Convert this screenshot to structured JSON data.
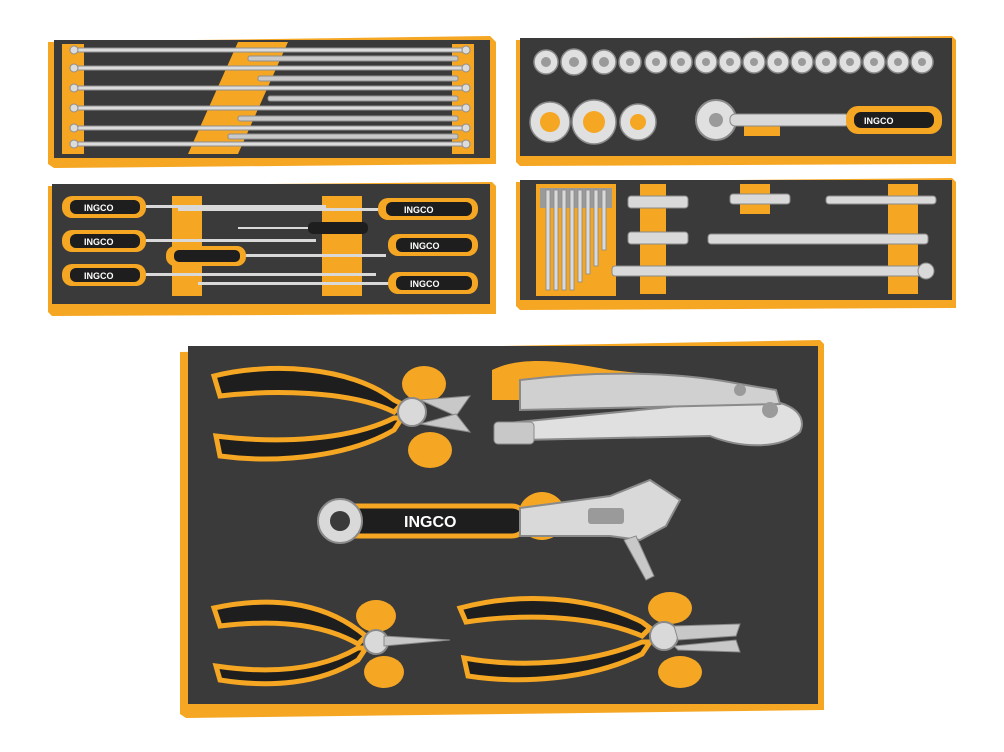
{
  "brand": {
    "logo_text": "INGCO",
    "colors": {
      "foam": "#3a3a3a",
      "foam_shadow": "#2a2a2a",
      "accent": "#f5a623",
      "accent_dark": "#d88a0c",
      "steel": "#d9d9d9",
      "steel_dark": "#9a9a9a",
      "grip_black": "#1e1e1e"
    }
  },
  "trays": [
    {
      "id": "wrenches",
      "contents": "combination-spanner-set"
    },
    {
      "id": "sockets",
      "contents": "socket-set-with-ratchet"
    },
    {
      "id": "screwdrivers",
      "contents": "screwdriver-set"
    },
    {
      "id": "hex-keys-extensions",
      "contents": "hex-key-set-and-extension-bars"
    },
    {
      "id": "pliers",
      "contents": "pliers-locking-pliers-adjustable-wrench"
    }
  ]
}
